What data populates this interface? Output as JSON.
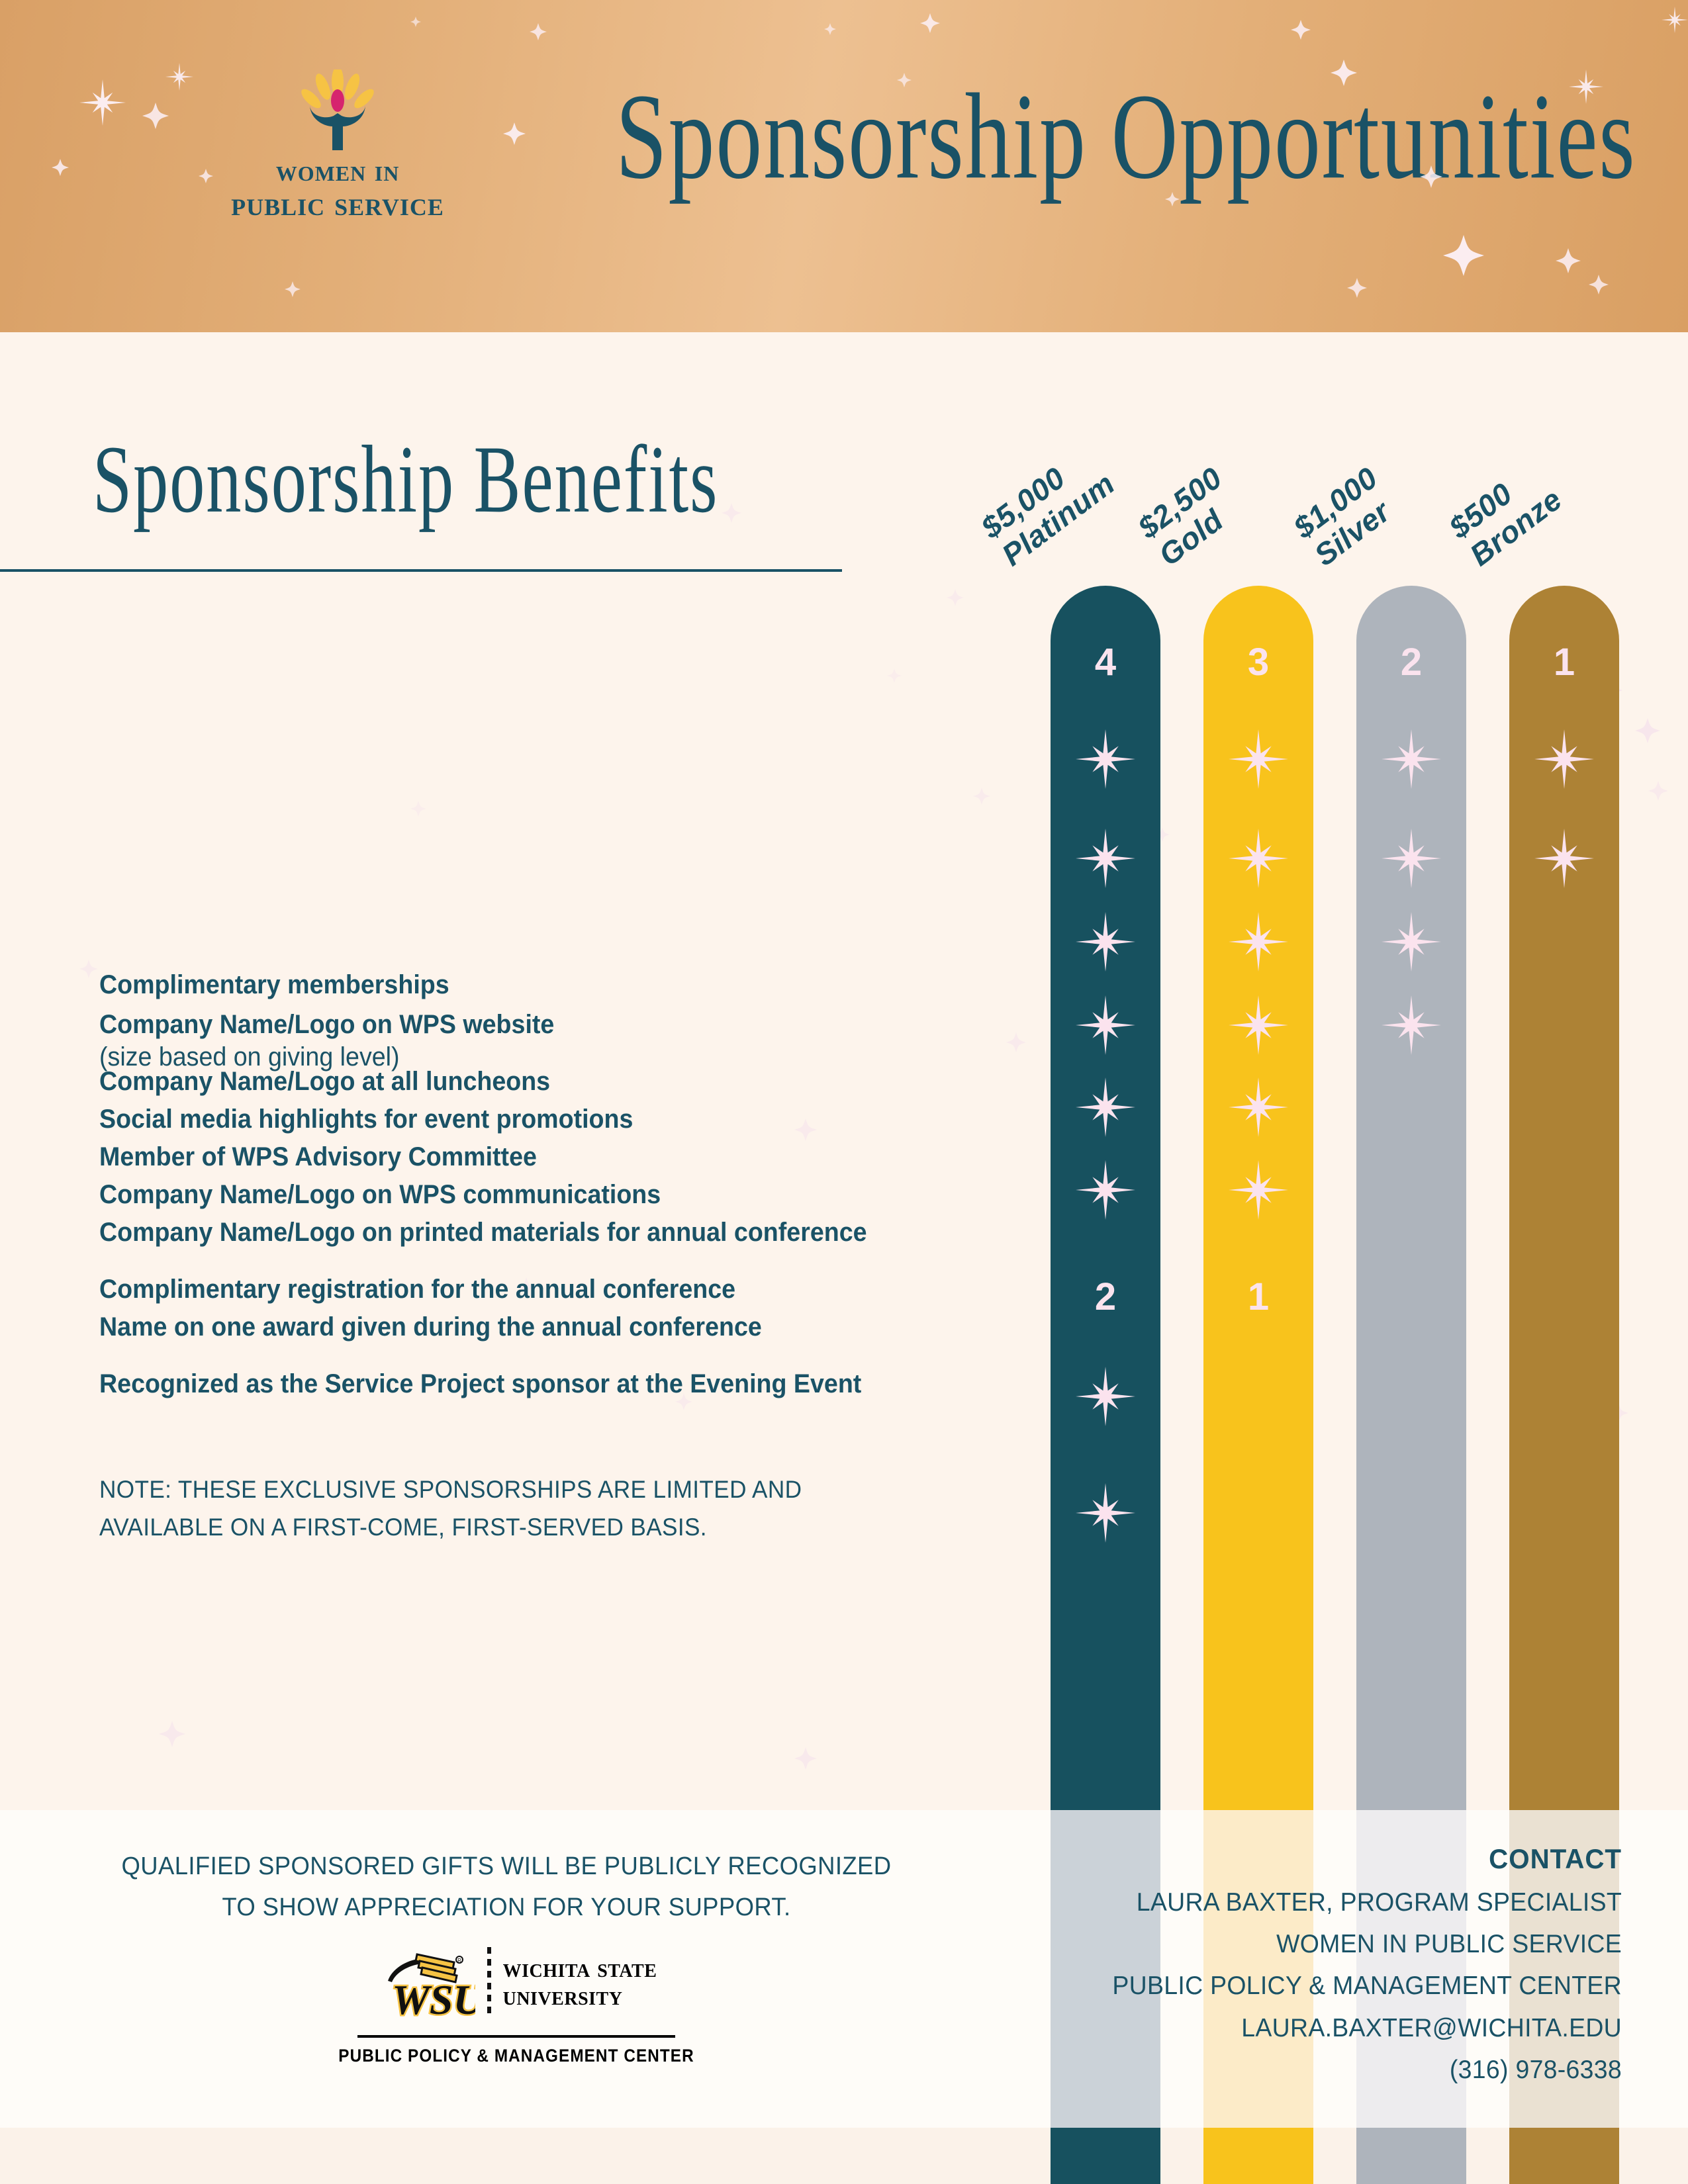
{
  "header": {
    "title": "Sponsorship Opportunities",
    "logo": {
      "line1": "Women in",
      "line2": "Public Service",
      "alt": "women-in-public-service-logo"
    }
  },
  "main": {
    "section_title": "Sponsorship Benefits",
    "tiers": [
      {
        "amount": "$5,000",
        "name": "Platinum",
        "color": "#17515F"
      },
      {
        "amount": "$2,500",
        "name": "Gold",
        "color": "#F8C31C"
      },
      {
        "amount": "$1,000",
        "name": "Silver",
        "color": "#AEB4BC"
      },
      {
        "amount": "$500",
        "name": "Bronze",
        "color": "#AD8235"
      }
    ],
    "benefits": [
      {
        "label": "Complimentary memberships",
        "sub": ""
      },
      {
        "label": "Company Name/Logo on WPS website",
        "sub": "(size based on giving level)"
      },
      {
        "label": "Company Name/Logo at all luncheons",
        "sub": ""
      },
      {
        "label": "Social media highlights for event promotions",
        "sub": ""
      },
      {
        "label": "Member of WPS Advisory Committee",
        "sub": ""
      },
      {
        "label": "Company Name/Logo on WPS communications",
        "sub": ""
      },
      {
        "label": "Company Name/Logo on printed materials for annual conference",
        "sub": ""
      },
      {
        "label": "Complimentary registration for the annual conference",
        "sub": ""
      },
      {
        "label": "Name on one award given during the annual conference",
        "sub": ""
      },
      {
        "label": "Recognized as the Service Project sponsor at the Evening Event",
        "sub": ""
      }
    ],
    "matrix": [
      [
        "4",
        "3",
        "2",
        "1"
      ],
      [
        "star",
        "star",
        "star",
        "star"
      ],
      [
        "star",
        "star",
        "star",
        "star"
      ],
      [
        "star",
        "star",
        "star",
        ""
      ],
      [
        "star",
        "star",
        "star",
        ""
      ],
      [
        "star",
        "star",
        "",
        ""
      ],
      [
        "star",
        "star",
        "",
        ""
      ],
      [
        "2",
        "1",
        "",
        ""
      ],
      [
        "star",
        "",
        "",
        ""
      ],
      [
        "star",
        "",
        "",
        ""
      ]
    ],
    "note": "NOTE: THESE EXCLUSIVE SPONSORSHIPS ARE LIMITED AND AVAILABLE ON A FIRST-COME, FIRST-SERVED BASIS."
  },
  "footer": {
    "recognition_line1": "QUALIFIED SPONSORED GIFTS WILL BE PUBLICLY RECOGNIZED",
    "recognition_line2": "TO SHOW APPRECIATION FOR YOUR SUPPORT.",
    "wsu": {
      "name_line1": "Wichita State",
      "name_line2": "University",
      "sub": "PUBLIC POLICY & MANAGEMENT CENTER"
    },
    "contact": {
      "title": "CONTACT",
      "name": "LAURA BAXTER, PROGRAM SPECIALIST",
      "org": "WOMEN IN PUBLIC SERVICE",
      "center": "PUBLIC POLICY & MANAGEMENT CENTER",
      "email": "LAURA.BAXTER@WICHITA.EDU",
      "phone": "(316) 978-6338"
    }
  },
  "colors": {
    "teal": "#17515F",
    "gold": "#F8C31C",
    "silver": "#AEB4BC",
    "bronze": "#AD8235",
    "cream": "#FDF4EC",
    "header_tan": "#E0A970",
    "sparkle_pink": "#FBE3EE"
  }
}
